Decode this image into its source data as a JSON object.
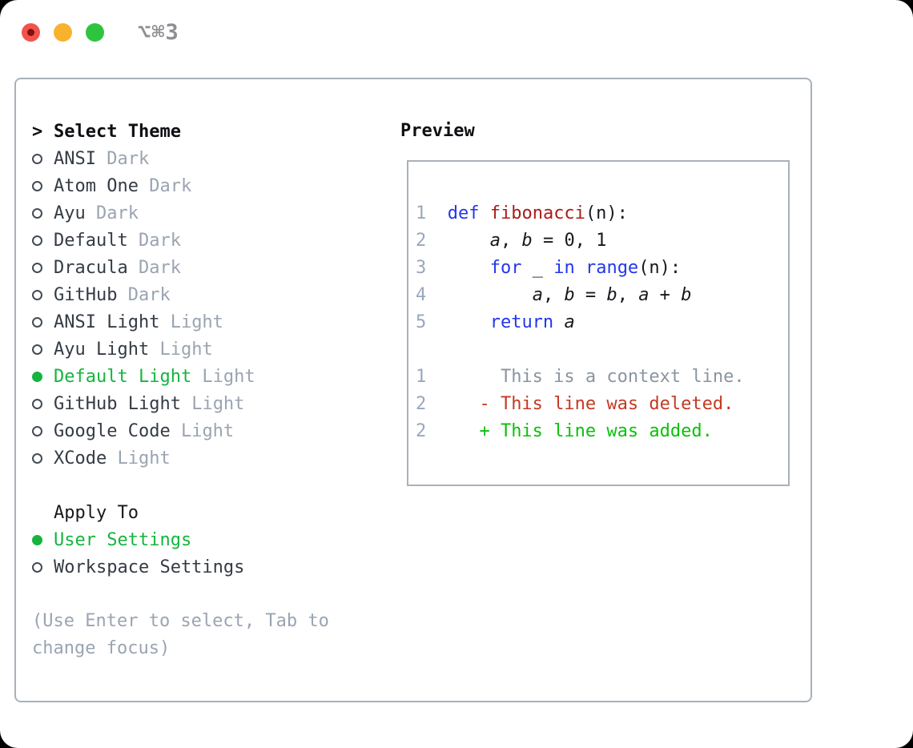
{
  "window": {
    "title": "⌥⌘3"
  },
  "colors": {
    "traffic-red": "#f2524d",
    "traffic-red-dot": "#7e120d",
    "traffic-yellow": "#f7b32e",
    "traffic-green": "#2fc440",
    "title-gray": "#8e8e93",
    "border": "#a9b1bb",
    "heading": "#0d0f12",
    "text": "#343b44",
    "muted": "#9aa4b2",
    "line-number": "#9aa7bb",
    "context-gray": "#8b95a0",
    "code-text": "#16191d",
    "accent-green": "#16b43f",
    "added-green": "#09c109",
    "deleted-red": "#c33a22",
    "keyword-blue": "#2336ee",
    "function-red": "#ab1d17"
  },
  "theme_picker": {
    "cursor": ">",
    "header": "Select Theme",
    "items": [
      {
        "name": "ANSI",
        "variant": "Dark",
        "selected": false
      },
      {
        "name": "Atom One",
        "variant": "Dark",
        "selected": false
      },
      {
        "name": "Ayu",
        "variant": "Dark",
        "selected": false
      },
      {
        "name": "Default",
        "variant": "Dark",
        "selected": false
      },
      {
        "name": "Dracula",
        "variant": "Dark",
        "selected": false
      },
      {
        "name": "GitHub",
        "variant": "Dark",
        "selected": false
      },
      {
        "name": "ANSI Light",
        "variant": "Light",
        "selected": false
      },
      {
        "name": "Ayu Light",
        "variant": "Light",
        "selected": false
      },
      {
        "name": "Default Light",
        "variant": "Light",
        "selected": true
      },
      {
        "name": "GitHub Light",
        "variant": "Light",
        "selected": false
      },
      {
        "name": "Google Code",
        "variant": "Light",
        "selected": false
      },
      {
        "name": "XCode",
        "variant": "Light",
        "selected": false
      }
    ],
    "apply_header": "Apply To",
    "apply_options": [
      {
        "name": "User Settings",
        "selected": true
      },
      {
        "name": "Workspace Settings",
        "selected": false
      }
    ],
    "hint": "(Use Enter to select, Tab to change focus)"
  },
  "preview": {
    "header": "Preview",
    "code_lines": [
      {
        "num": "1",
        "tokens": [
          {
            "t": "def",
            "c": "kw"
          },
          {
            "t": " "
          },
          {
            "t": "fibonacci",
            "c": "fn"
          },
          {
            "t": "(n):"
          }
        ]
      },
      {
        "num": "2",
        "tokens": [
          {
            "t": "    "
          },
          {
            "t": "a",
            "c": "var"
          },
          {
            "t": ", "
          },
          {
            "t": "b",
            "c": "var"
          },
          {
            "t": " = 0, 1"
          }
        ]
      },
      {
        "num": "3",
        "tokens": [
          {
            "t": "    "
          },
          {
            "t": "for",
            "c": "kw"
          },
          {
            "t": " _ "
          },
          {
            "t": "in",
            "c": "kw"
          },
          {
            "t": " "
          },
          {
            "t": "range",
            "c": "kw"
          },
          {
            "t": "(n):"
          }
        ]
      },
      {
        "num": "4",
        "tokens": [
          {
            "t": "        "
          },
          {
            "t": "a",
            "c": "var"
          },
          {
            "t": ", "
          },
          {
            "t": "b",
            "c": "var"
          },
          {
            "t": " = "
          },
          {
            "t": "b",
            "c": "var"
          },
          {
            "t": ", "
          },
          {
            "t": "a",
            "c": "var"
          },
          {
            "t": " + "
          },
          {
            "t": "b",
            "c": "var"
          }
        ]
      },
      {
        "num": "5",
        "tokens": [
          {
            "t": "    "
          },
          {
            "t": "return",
            "c": "kw"
          },
          {
            "t": " "
          },
          {
            "t": "a",
            "c": "var"
          }
        ]
      },
      {
        "num": "",
        "tokens": []
      },
      {
        "num": "1",
        "tokens": [
          {
            "t": "     This is a context line.",
            "c": "ctx"
          }
        ]
      },
      {
        "num": "2",
        "tokens": [
          {
            "t": "   - This line was deleted.",
            "c": "del"
          }
        ]
      },
      {
        "num": "2",
        "tokens": [
          {
            "t": "   + This line was added.",
            "c": "add"
          }
        ]
      }
    ]
  }
}
